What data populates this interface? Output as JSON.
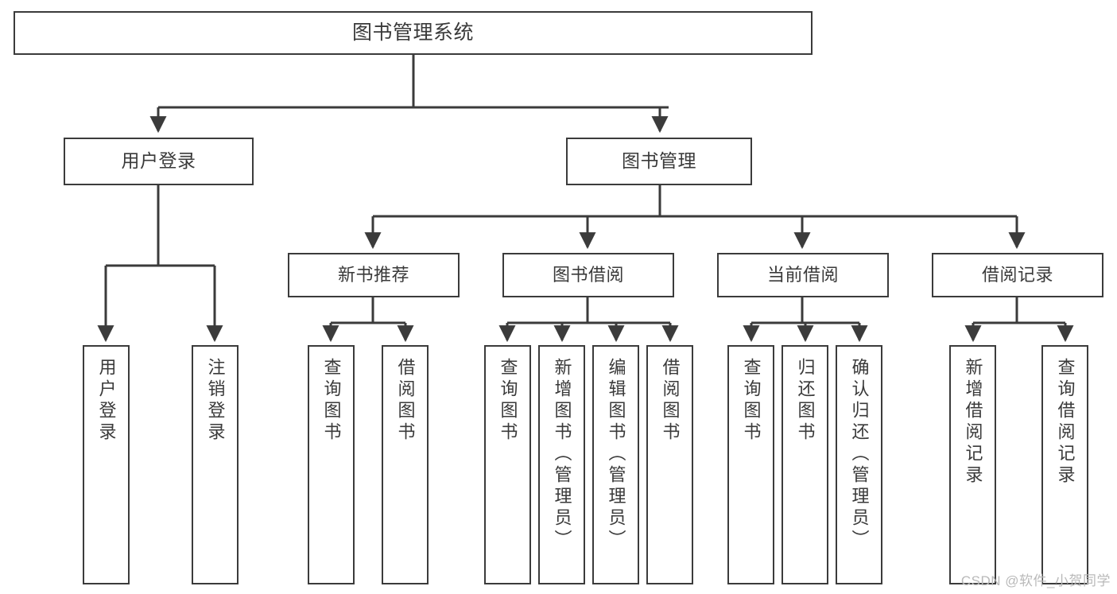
{
  "diagram": {
    "title": "图书管理系统",
    "type": "tree-hierarchy-diagram",
    "colors": {
      "box_border": "#3b3b3b",
      "box_fill": "#ffffff",
      "connector": "#3b3b3b",
      "text": "#3a3a3a",
      "watermark": "#b9b9b9",
      "background": "#ffffff"
    },
    "root": {
      "label": "图书管理系统"
    },
    "level2": [
      {
        "label": "用户登录"
      },
      {
        "label": "图书管理"
      }
    ],
    "level3": [
      {
        "label": "新书推荐"
      },
      {
        "label": "图书借阅"
      },
      {
        "label": "当前借阅"
      },
      {
        "label": "借阅记录"
      }
    ],
    "leaves": {
      "user_login": [
        {
          "label": "用户登录"
        },
        {
          "label": "注销登录"
        }
      ],
      "new_book_recommend": [
        {
          "label": "查询图书"
        },
        {
          "label": "借阅图书"
        }
      ],
      "book_borrow": [
        {
          "label": "查询图书"
        },
        {
          "label": "新增图书（管理员）"
        },
        {
          "label": "编辑图书（管理员）"
        },
        {
          "label": "借阅图书"
        }
      ],
      "current_borrow": [
        {
          "label": "查询图书"
        },
        {
          "label": "归还图书"
        },
        {
          "label": "确认归还（管理员）"
        }
      ],
      "borrow_record": [
        {
          "label": "新增借阅记录"
        },
        {
          "label": "查询借阅记录"
        }
      ]
    },
    "watermark": "CSDN @软件_小贺同学"
  }
}
